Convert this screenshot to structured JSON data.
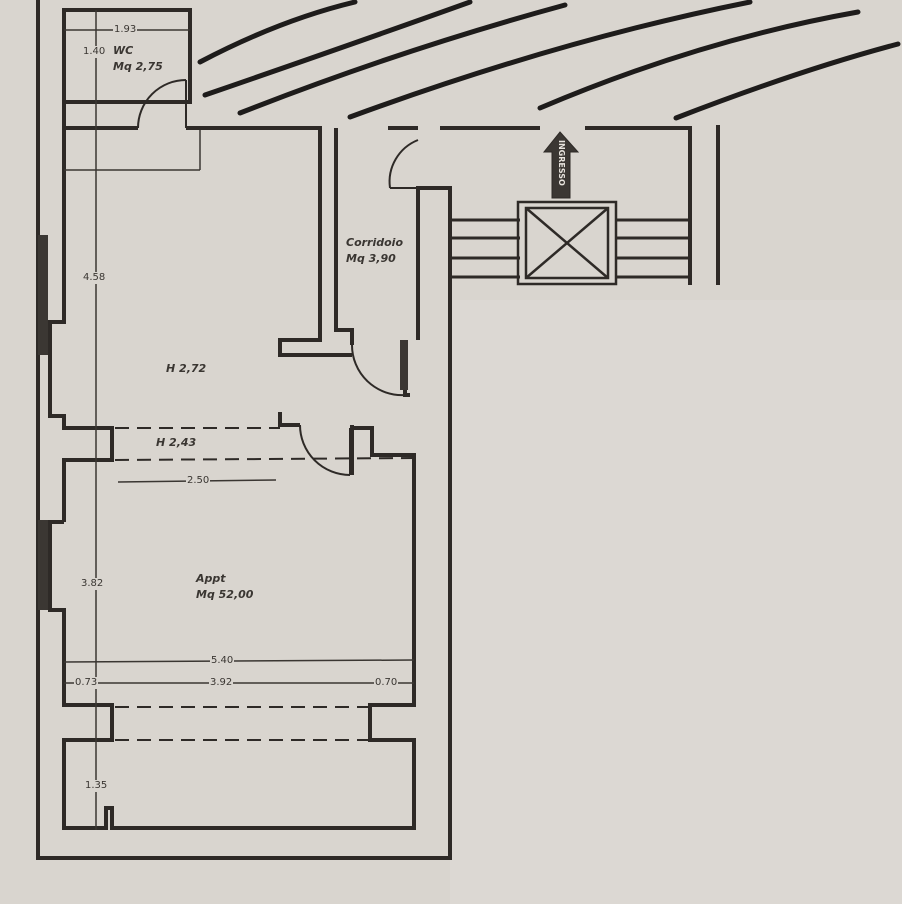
{
  "rooms": {
    "wc": {
      "name": "WC",
      "area": "Mq 2,75"
    },
    "corridor": {
      "name": "Corridoio",
      "area": "Mq 3,90"
    },
    "apartment": {
      "name": "Appt",
      "area": "Mq 52,00"
    }
  },
  "heights": {
    "upper": "H 2,72",
    "lower": "H 2,43"
  },
  "entrance_label": "INGRESSO",
  "dimensions": {
    "wc_width": "1.93",
    "wc_depth": "1.40",
    "upper_room_depth": "4.58",
    "upper_room_width": "2.50",
    "lower_room_depth": "3.82",
    "total_width": "5.40",
    "left_offset": "0.73",
    "middle_width": "3.92",
    "right_offset": "0.70",
    "bottom_room_depth": "1.35"
  },
  "colors": {
    "paper": "#d9d5cf",
    "ink": "#2e2a27",
    "scribble": "#1e1c1b"
  }
}
